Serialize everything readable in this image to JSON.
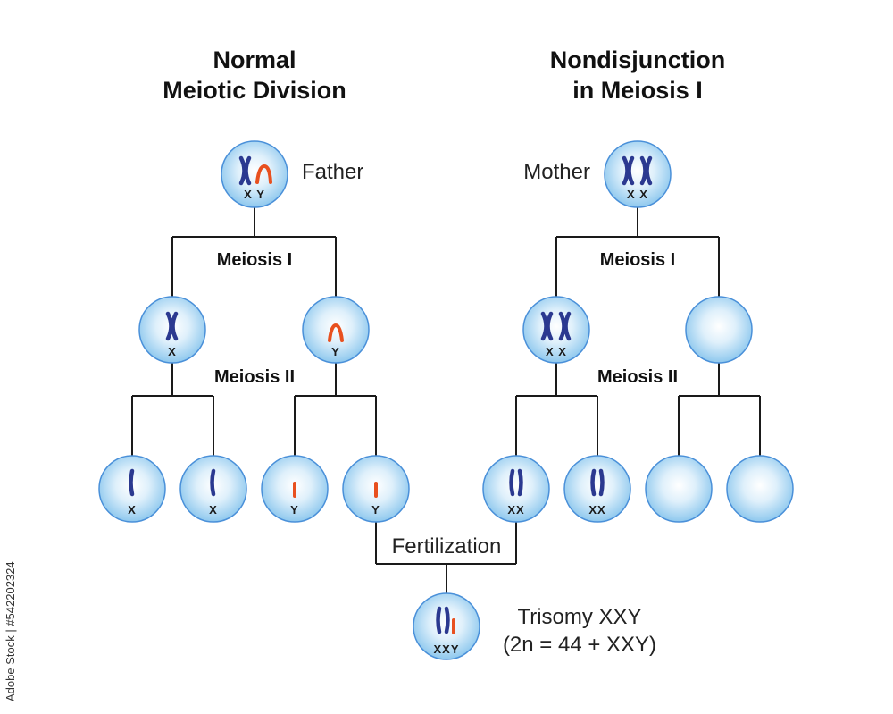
{
  "titles": {
    "left": [
      "Normal",
      "Meiotic Division"
    ],
    "right": [
      "Nondisjunction",
      "in Meiosis I"
    ]
  },
  "labels": {
    "father": "Father",
    "mother": "Mother",
    "meiosis_1_left": "Meiosis I",
    "meiosis_2_left": "Meiosis II",
    "meiosis_1_right": "Meiosis I",
    "meiosis_2_right": "Meiosis II",
    "fertilization": "Fertilization",
    "result_line1": "Trisomy XXY",
    "result_line2": "(2n = 44 + XXY)"
  },
  "cells": {
    "father": {
      "label": "X Y"
    },
    "mother": {
      "label": "X X"
    },
    "father_x": {
      "label": "X"
    },
    "father_y": {
      "label": "Y"
    },
    "mother_xx": {
      "label": "X X"
    },
    "mother_empty": {
      "label": ""
    },
    "gamete_x1": {
      "label": "X"
    },
    "gamete_x2": {
      "label": "X"
    },
    "gamete_y1": {
      "label": "Y"
    },
    "gamete_y2": {
      "label": "Y"
    },
    "gamete_xx1": {
      "label": "XX"
    },
    "gamete_xx2": {
      "label": "XX"
    },
    "gamete_empty1": {
      "label": ""
    },
    "gamete_empty2": {
      "label": ""
    },
    "zygote": {
      "label": "XXY"
    }
  },
  "colors": {
    "x_chromosome": "#2b3990",
    "y_chromosome": "#e8501f",
    "cell_fill_center": "#ffffff",
    "cell_fill_edge": "#8ec8ee",
    "cell_stroke": "#4a90d9"
  },
  "watermark": "Adobe Stock | #542202324"
}
